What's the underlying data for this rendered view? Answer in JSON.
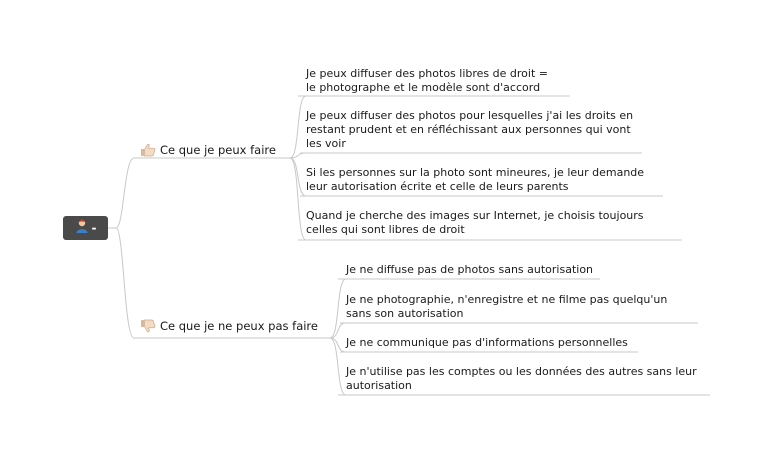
{
  "root": {
    "icon": "person-icon",
    "label": "-"
  },
  "branches": [
    {
      "label": "Ce que je peux faire",
      "icon": "thumbs-up-icon",
      "items": [
        "Je peux diffuser des photos libres de droit =\nle photographe et le modèle sont d'accord",
        "Je peux diffuser des photos pour lesquelles j'ai les droits en\nrestant prudent et en réfléchissant aux personnes qui vont\nles voir",
        "Si les personnes sur la photo sont mineures, je leur demande\nleur autorisation écrite et celle de leurs parents",
        "Quand je cherche des images sur Internet, je choisis toujours\ncelles qui sont libres de droit"
      ]
    },
    {
      "label": "Ce que je ne peux pas faire",
      "icon": "thumbs-down-icon",
      "items": [
        "Je ne diffuse pas de photos sans autorisation",
        "Je ne photographie, n'enregistre et ne filme pas quelqu'un\nsans son autorisation",
        "Je ne communique pas d'informations personnelles",
        "Je n'utilise pas les comptes ou les données des autres sans leur\nautorisation"
      ]
    }
  ],
  "colors": {
    "root_bg": "#4a4a4a",
    "connector": "#c8c8c8",
    "text": "#1a1a1a"
  }
}
